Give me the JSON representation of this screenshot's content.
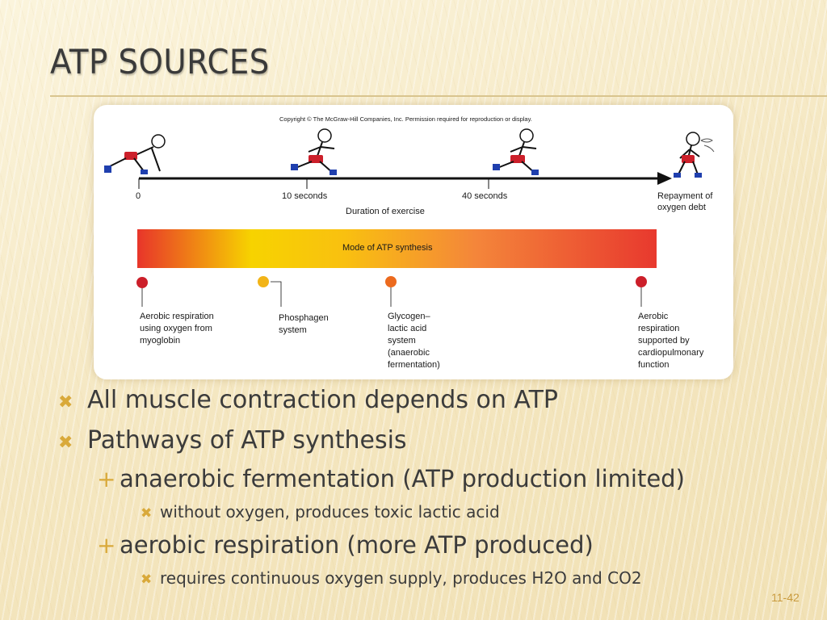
{
  "slide": {
    "title": "ATP SOURCES",
    "number": "11-42",
    "accent_color": "#d9a93a"
  },
  "figure": {
    "copyright": "Copyright © The McGraw-Hill Companies, Inc. Permission required for reproduction or display.",
    "timeline": {
      "ticks": [
        "0",
        "10 seconds",
        "40 seconds"
      ],
      "end_label": [
        "Repayment of",
        "oxygen debt"
      ],
      "axis_label": "Duration of exercise"
    },
    "bar_label": "Mode of ATP synthesis",
    "bar_gradient": [
      "#e8352a",
      "#f7d300",
      "#f9c010",
      "#f4863a",
      "#e8392e"
    ],
    "markers": [
      {
        "color": "#cc1f2a",
        "label_lines": [
          "Aerobic respiration",
          "using oxygen from",
          "myoglobin"
        ]
      },
      {
        "color": "#f2b418",
        "label_lines": [
          "Phosphagen",
          "system"
        ]
      },
      {
        "color": "#ec6a1e",
        "label_lines": [
          "Glycogen–",
          "lactic acid",
          "system",
          "(anaerobic",
          "fermentation)"
        ]
      },
      {
        "color": "#cc1f2a",
        "label_lines": [
          "Aerobic",
          "respiration",
          "supported by",
          "cardiopulmonary",
          "function"
        ]
      }
    ],
    "runner_icons": [
      "runner-start-icon",
      "runner-sprint-icon",
      "runner-sprint-icon",
      "runner-panting-icon"
    ]
  },
  "bullets": [
    {
      "level": 1,
      "marker": "✖",
      "text": "All muscle contraction depends on ATP"
    },
    {
      "level": 1,
      "marker": "✖",
      "text": "Pathways of ATP synthesis"
    },
    {
      "level": 2,
      "marker": "+",
      "text": "anaerobic fermentation (ATP production limited)"
    },
    {
      "level": 3,
      "marker": "✖",
      "text": "without oxygen, produces toxic lactic acid"
    },
    {
      "level": 2,
      "marker": "+",
      "text": "aerobic respiration (more ATP produced)"
    },
    {
      "level": 3,
      "marker": "✖",
      "text": "requires continuous oxygen supply, produces H2O and CO2"
    }
  ]
}
